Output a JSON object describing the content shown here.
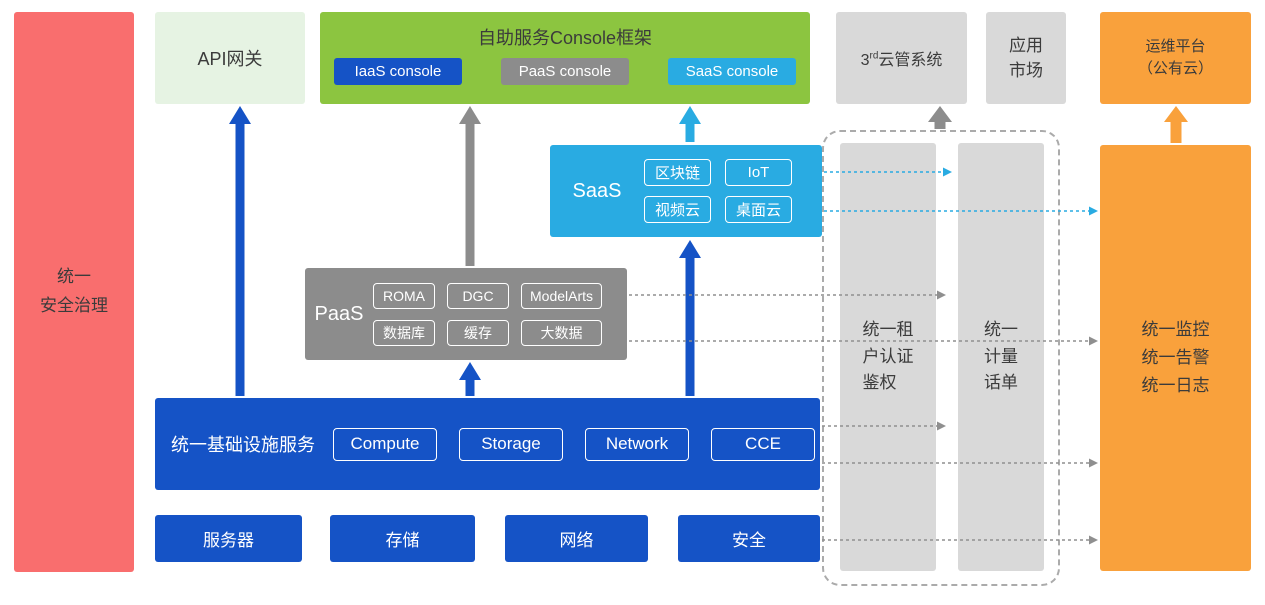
{
  "colors": {
    "red": "#F96E6E",
    "pale_green": "#E6F3E3",
    "green": "#8CC540",
    "blue": "#1553C6",
    "gray": "#8C8C8C",
    "light_gray": "#D9D9D9",
    "cyan": "#29ABE2",
    "orange": "#F9A13C",
    "dash_border": "#ABABAB",
    "text_dark": "#3B3B3B"
  },
  "left_bar": {
    "label": "统一\n安全治理"
  },
  "api_gateway": {
    "label": "API网关"
  },
  "console_frame": {
    "title": "自助服务Console框架",
    "consoles": [
      {
        "label": "IaaS console"
      },
      {
        "label": "PaaS console"
      },
      {
        "label": "SaaS console"
      }
    ]
  },
  "third_cloud": {
    "prefix": "3",
    "sup": "rd",
    "suffix": "云管系统"
  },
  "app_market": {
    "label": "应用\n市场"
  },
  "ops_platform": {
    "label": "运维平台\n（公有云）"
  },
  "saas": {
    "label": "SaaS",
    "items": [
      "区块链",
      "IoT",
      "视频云",
      "桌面云"
    ]
  },
  "paas": {
    "label": "PaaS",
    "items": [
      "ROMA",
      "DGC",
      "ModelArts",
      "数据库",
      "缓存",
      "大数据"
    ]
  },
  "iaas": {
    "label": "统一基础设施服务",
    "items": [
      "Compute",
      "Storage",
      "Network",
      "CCE"
    ]
  },
  "resources": [
    "服务器",
    "存储",
    "网络",
    "安全"
  ],
  "shared_services": {
    "auth": "统一租\n户认证\n鉴权",
    "metering": "统一\n计量\n话单"
  },
  "monitoring": {
    "label": "统一监控\n统一告警\n统一日志"
  }
}
